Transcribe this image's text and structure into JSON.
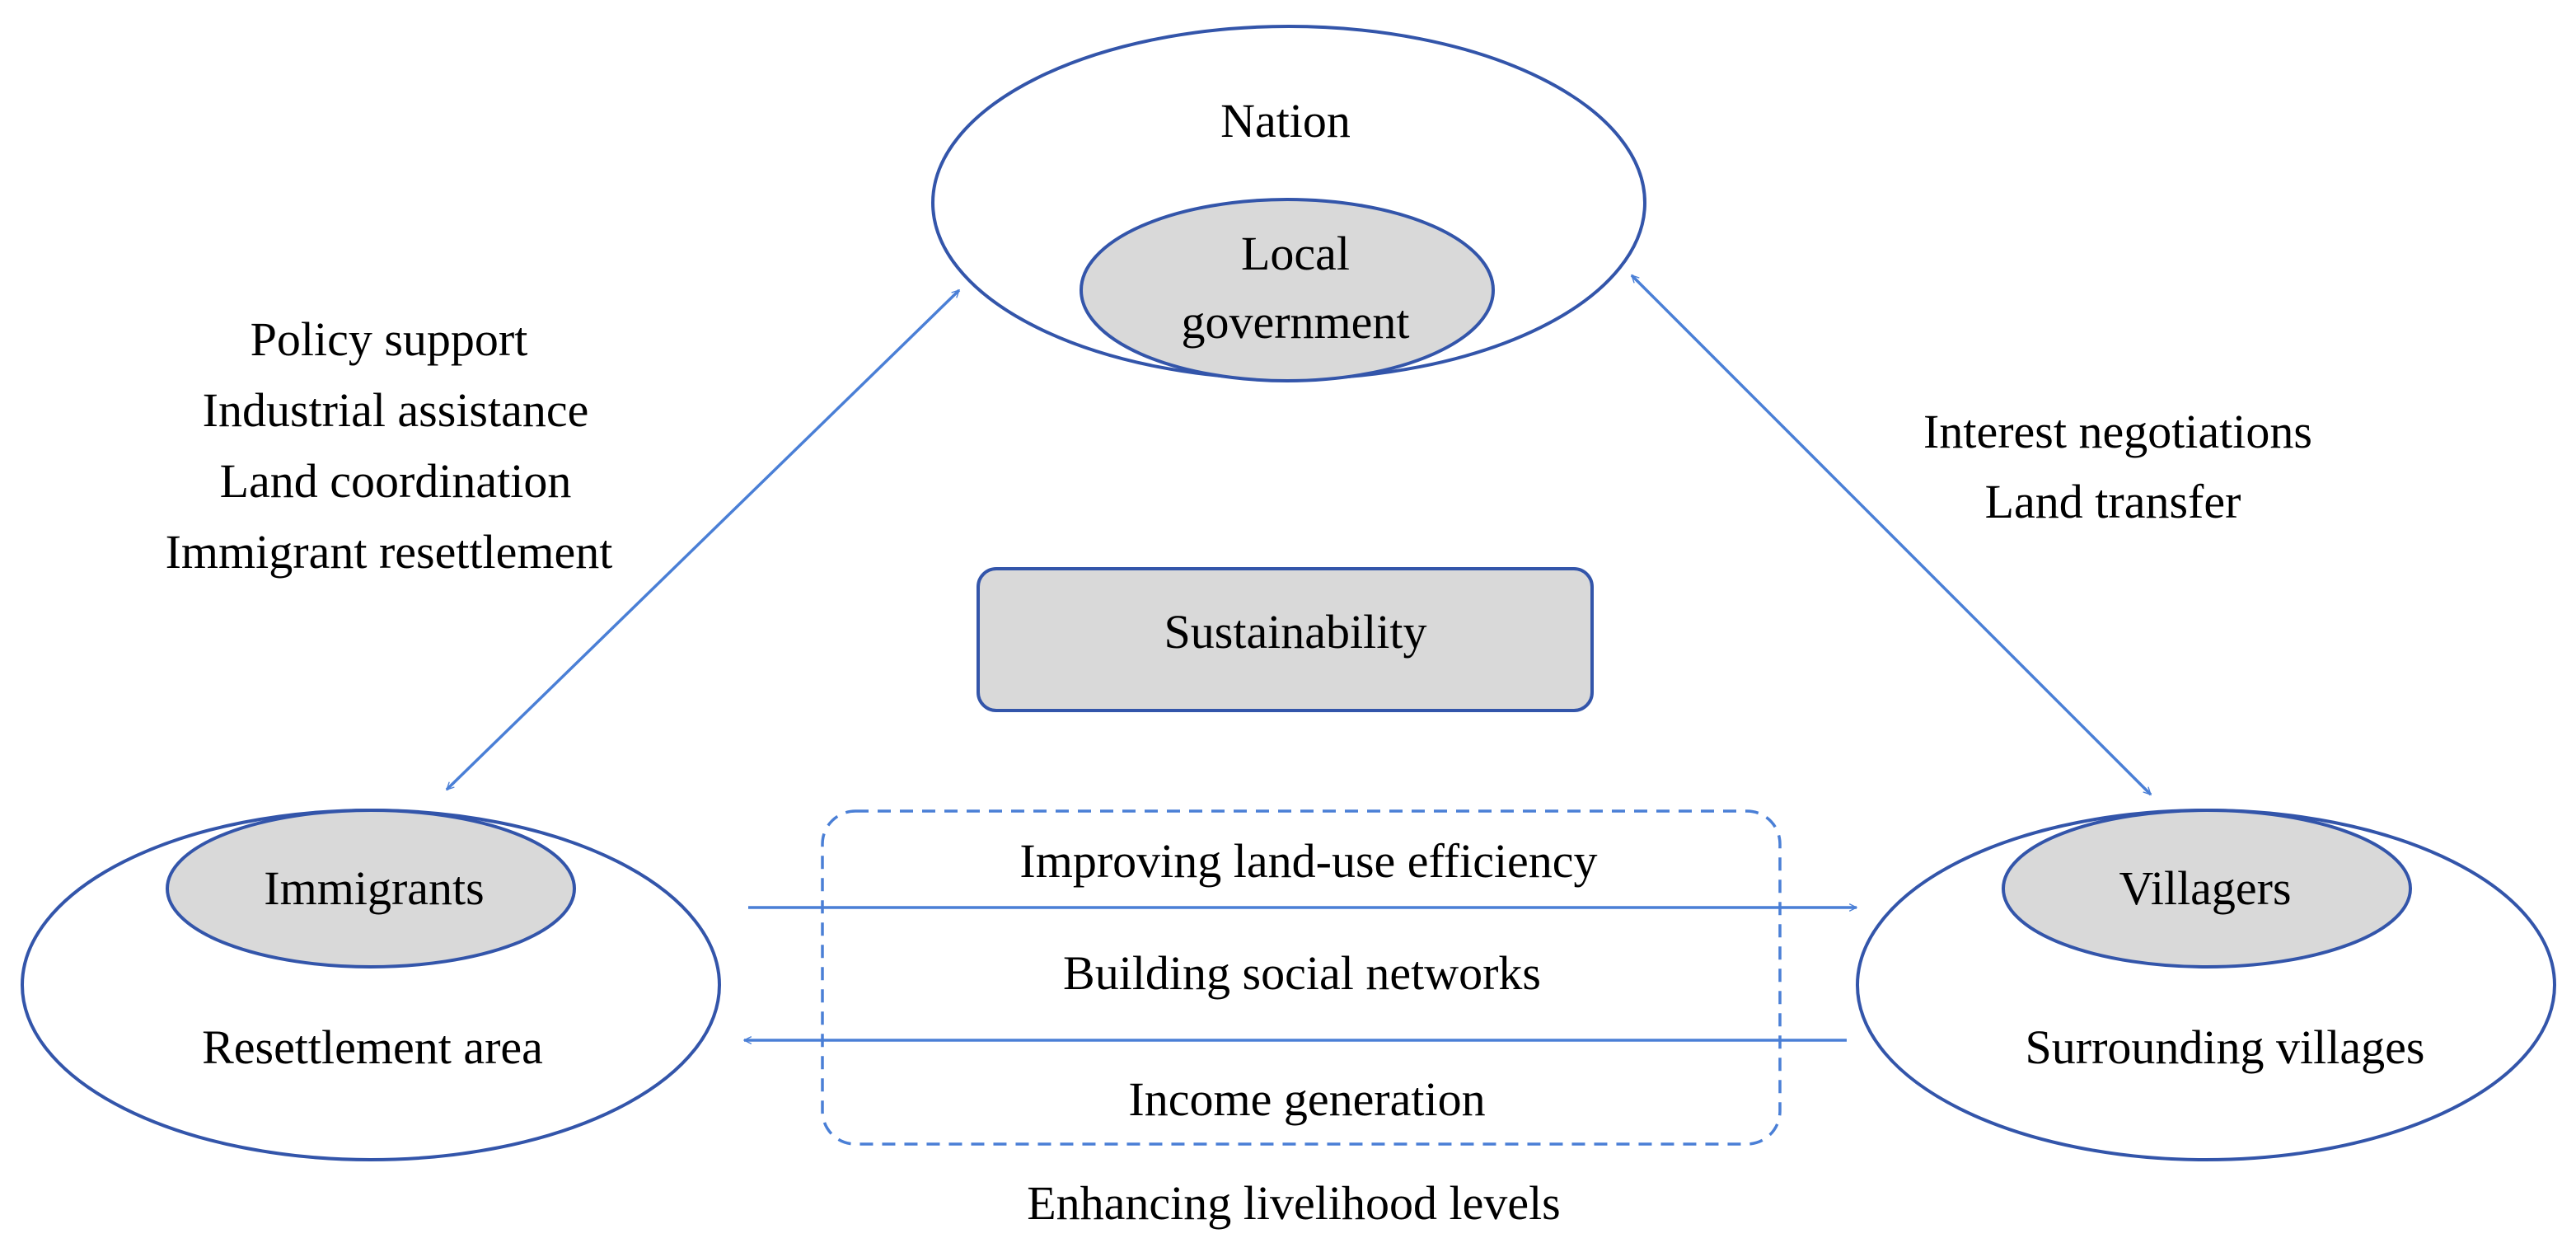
{
  "nodes": {
    "nation": {
      "title": "Nation",
      "inner_line1": "Local",
      "inner_line2": "government"
    },
    "resettlement": {
      "inner": "Immigrants",
      "title": "Resettlement area"
    },
    "villages": {
      "inner": "Villagers",
      "title": "Surrounding villages"
    },
    "center": {
      "label": "Sustainability"
    }
  },
  "left_relation": {
    "lines": [
      "Policy support",
      "Industrial assistance",
      "Land coordination",
      "Immigrant resettlement"
    ]
  },
  "right_relation": {
    "lines": [
      "Interest negotiations",
      "Land transfer"
    ]
  },
  "bottom_relation": {
    "line1": "Improving land-use efficiency",
    "line2": "Building social networks",
    "line3": "Income generation",
    "line4": "Enhancing livelihood levels"
  },
  "colors": {
    "outline": "#3355aa",
    "arrow": "#4a7fd6",
    "fill_gray": "#d9d9d9",
    "text": "#000000"
  }
}
